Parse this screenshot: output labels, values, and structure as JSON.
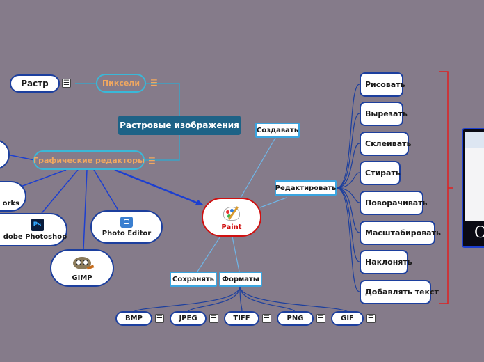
{
  "root": {
    "label": "Растровые изображения"
  },
  "branches": {
    "pixels": "Пиксели",
    "raster": "Растр",
    "editors": "Графические редакторы"
  },
  "editors": {
    "works": "orks",
    "photoshop": "dobe Photoshop",
    "photo_editor": "Photo Editor",
    "gimp": "GIMP"
  },
  "paint": {
    "label": "Paint"
  },
  "actions": {
    "create": "Создавать",
    "edit": "Редактировать",
    "save": "Сохранять",
    "formats": "Форматы"
  },
  "edit_items": [
    "Рисовать",
    "Вырезать",
    "Склеивать",
    "Стирать",
    "Поворачивать",
    "Масштабировать",
    "Наклонять",
    "Добавлять текст"
  ],
  "format_items": [
    "BMP",
    "JPEG",
    "TIFF",
    "PNG",
    "GIF"
  ],
  "icons": {
    "menu": "☰",
    "photoshop": "Ps",
    "preview_letter": "O"
  },
  "colors": {
    "background": "#857b8a",
    "node_border": "#1c3f9e",
    "sub_text": "#f0a860",
    "root_fill": "#1d6286",
    "paint_border": "#d01010",
    "bracket": "#e02020"
  }
}
